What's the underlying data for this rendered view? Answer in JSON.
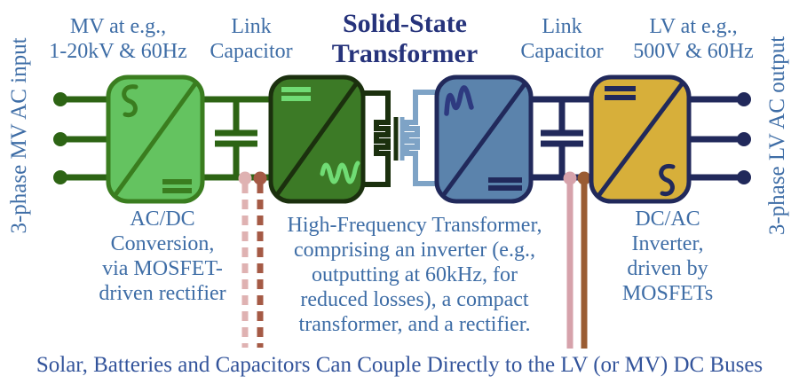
{
  "title": {
    "line1": "Solid-State",
    "line2": "Transformer"
  },
  "labels": {
    "mv": {
      "line1": "MV at e.g.,",
      "line2": "1-20kV & 60Hz"
    },
    "link_cap_left": {
      "line1": "Link",
      "line2": "Capacitor"
    },
    "link_cap_right": {
      "line1": "Link",
      "line2": "Capacitor"
    },
    "lv": {
      "line1": "LV at e.g.,",
      "line2": "500V & 60Hz"
    },
    "input_vertical": "3-phase MV AC input",
    "output_vertical": "3-phase LV AC output"
  },
  "captions": {
    "acdc": {
      "lines": [
        "AC/DC",
        "Conversion,",
        "via MOSFET-",
        "driven rectifier"
      ]
    },
    "hft": {
      "lines": [
        "High-Frequency Transformer,",
        "comprising an inverter (e.g.,",
        "outputting at 60kHz, for",
        "reduced losses), a compact",
        "transformer, and a rectifier."
      ]
    },
    "dcac": {
      "lines": [
        "DC/AC",
        "Inverter,",
        "driven by",
        "MOSFETs"
      ]
    }
  },
  "footer": {
    "note": "Solar, Batteries and Capacitors Can Couple Directly to the LV (or MV) DC Buses"
  },
  "colors": {
    "label_blue": "#3e6da6",
    "title_navy": "#26337b",
    "footer_blue": "#33549b",
    "mv_wire_green": "#2d6414",
    "block1_fill": "#64c360",
    "block1_stroke": "#3a7d1f",
    "block2_fill": "#3c7a26",
    "block2_stroke": "#1b300e",
    "block2_symbol_green": "#70dc74",
    "block3_fill": "#5b83ac",
    "block3_sine_indigo": "#2e3a80",
    "block4_fill": "#d7af3a",
    "navy_wire": "#21295b",
    "hf_winding_dark": "#1b300e",
    "hf_winding_blue": "#7ea3c6",
    "tap_pink_left": "#dfb2b2",
    "tap_red_left": "#a55a45",
    "tap_pink_right": "#d6a2ab",
    "tap_brown_right": "#9a5c33"
  }
}
